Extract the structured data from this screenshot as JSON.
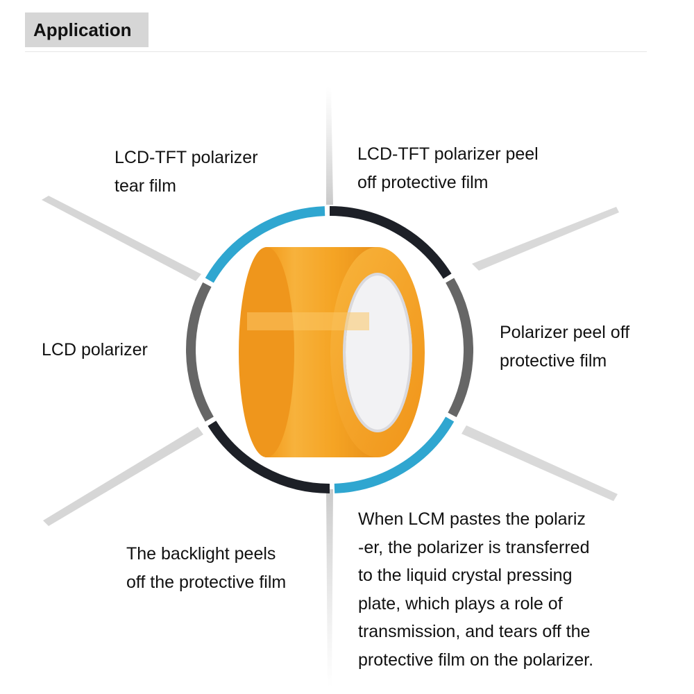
{
  "header": {
    "title": "Application"
  },
  "labels": {
    "top_left": [
      "LCD-TFT polarizer",
      "tear film"
    ],
    "top_right": [
      "LCD-TFT polarizer peel",
      "off protective film"
    ],
    "left": [
      "LCD polarizer"
    ],
    "right": [
      "Polarizer peel off",
      "protective film"
    ],
    "bottom_left": [
      "The backlight peels",
      "off the protective film"
    ],
    "bottom_right": [
      "When LCM pastes the polariz",
      "-er, the polarizer is transferred",
      "to the liquid crystal pressing",
      "plate, which plays a role of",
      "transmission, and tears off the",
      "protective film on the polarizer."
    ]
  },
  "colors": {
    "ring_blue": "#2fa6d0",
    "ring_dark": "#1d2027",
    "ring_gray": "#666666",
    "tape_orange": "#f5a21c",
    "tape_core": "#f4f4f6"
  },
  "icons": {
    "center": "orange-tape-roll-icon"
  }
}
